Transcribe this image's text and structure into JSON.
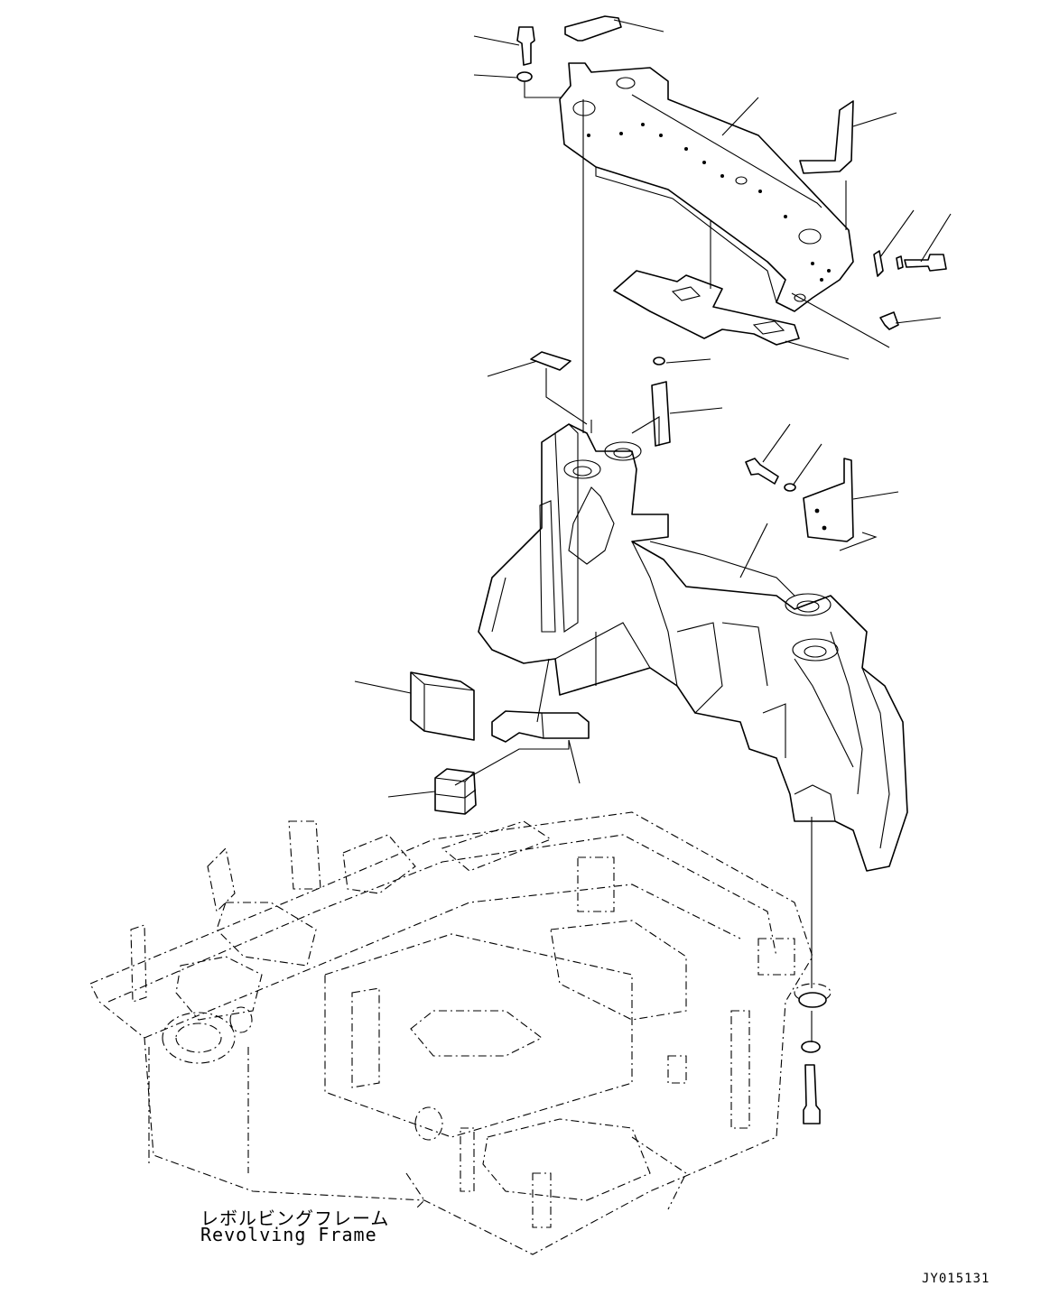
{
  "frame_label": {
    "japanese": "レボルビングフレーム",
    "english": "Revolving Frame"
  },
  "drawing_number": "JY015131",
  "colors": {
    "ink": "#000000",
    "paper": "#ffffff"
  }
}
